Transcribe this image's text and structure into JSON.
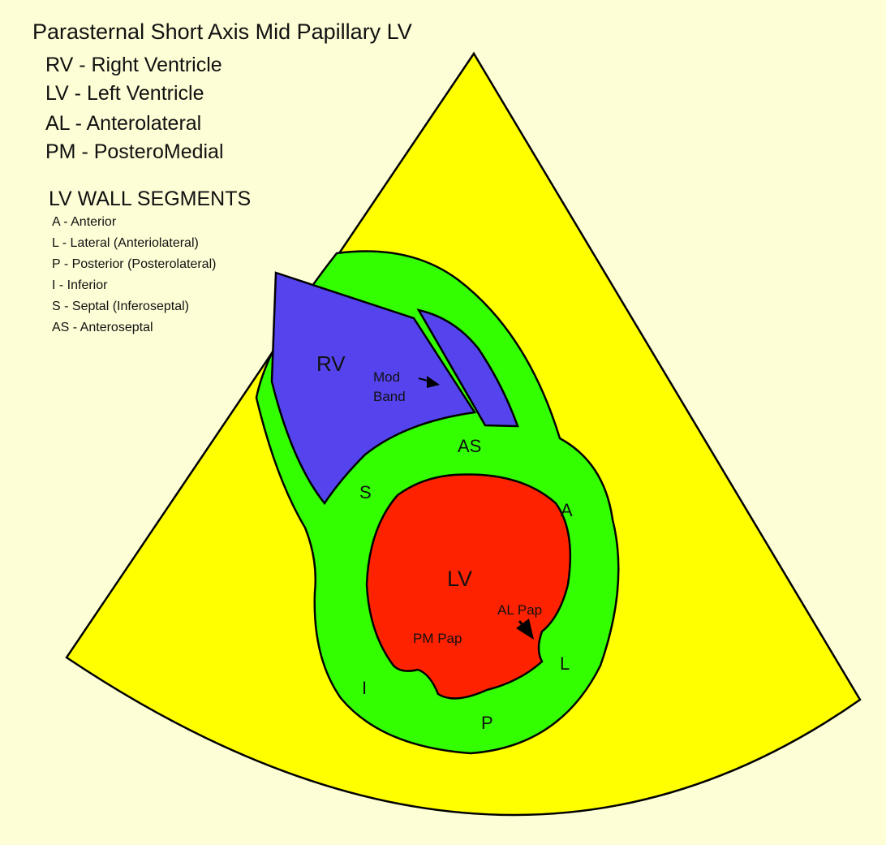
{
  "title": "Parasternal Short Axis Mid Papillary LV",
  "abbreviations": [
    "RV - Right Ventricle",
    "LV - Left Ventricle",
    "AL - Anterolateral",
    "PM - PosteroMedial"
  ],
  "wall_segments": {
    "heading": "LV WALL SEGMENTS",
    "items": [
      "A - Anterior",
      "L - Lateral (Anteriolateral)",
      "P - Posterior (Posterolateral)",
      "I - Inferior",
      "S - Septal (Inferoseptal)",
      "AS - Anteroseptal"
    ]
  },
  "diagram_labels": {
    "rv": "RV",
    "mod_band_1": "Mod",
    "mod_band_2": "Band",
    "as": "AS",
    "s": "S",
    "a": "A",
    "lv": "LV",
    "al_pap": "AL Pap",
    "pm_pap": "PM Pap",
    "l": "L",
    "i": "I",
    "p": "P"
  },
  "colors": {
    "background": "#fdfdd6",
    "sector": "#ffff00",
    "myocardium": "#33ff00",
    "rv_cavity": "#5544ee",
    "lv_cavity": "#ff2200",
    "outline": "#000000"
  }
}
